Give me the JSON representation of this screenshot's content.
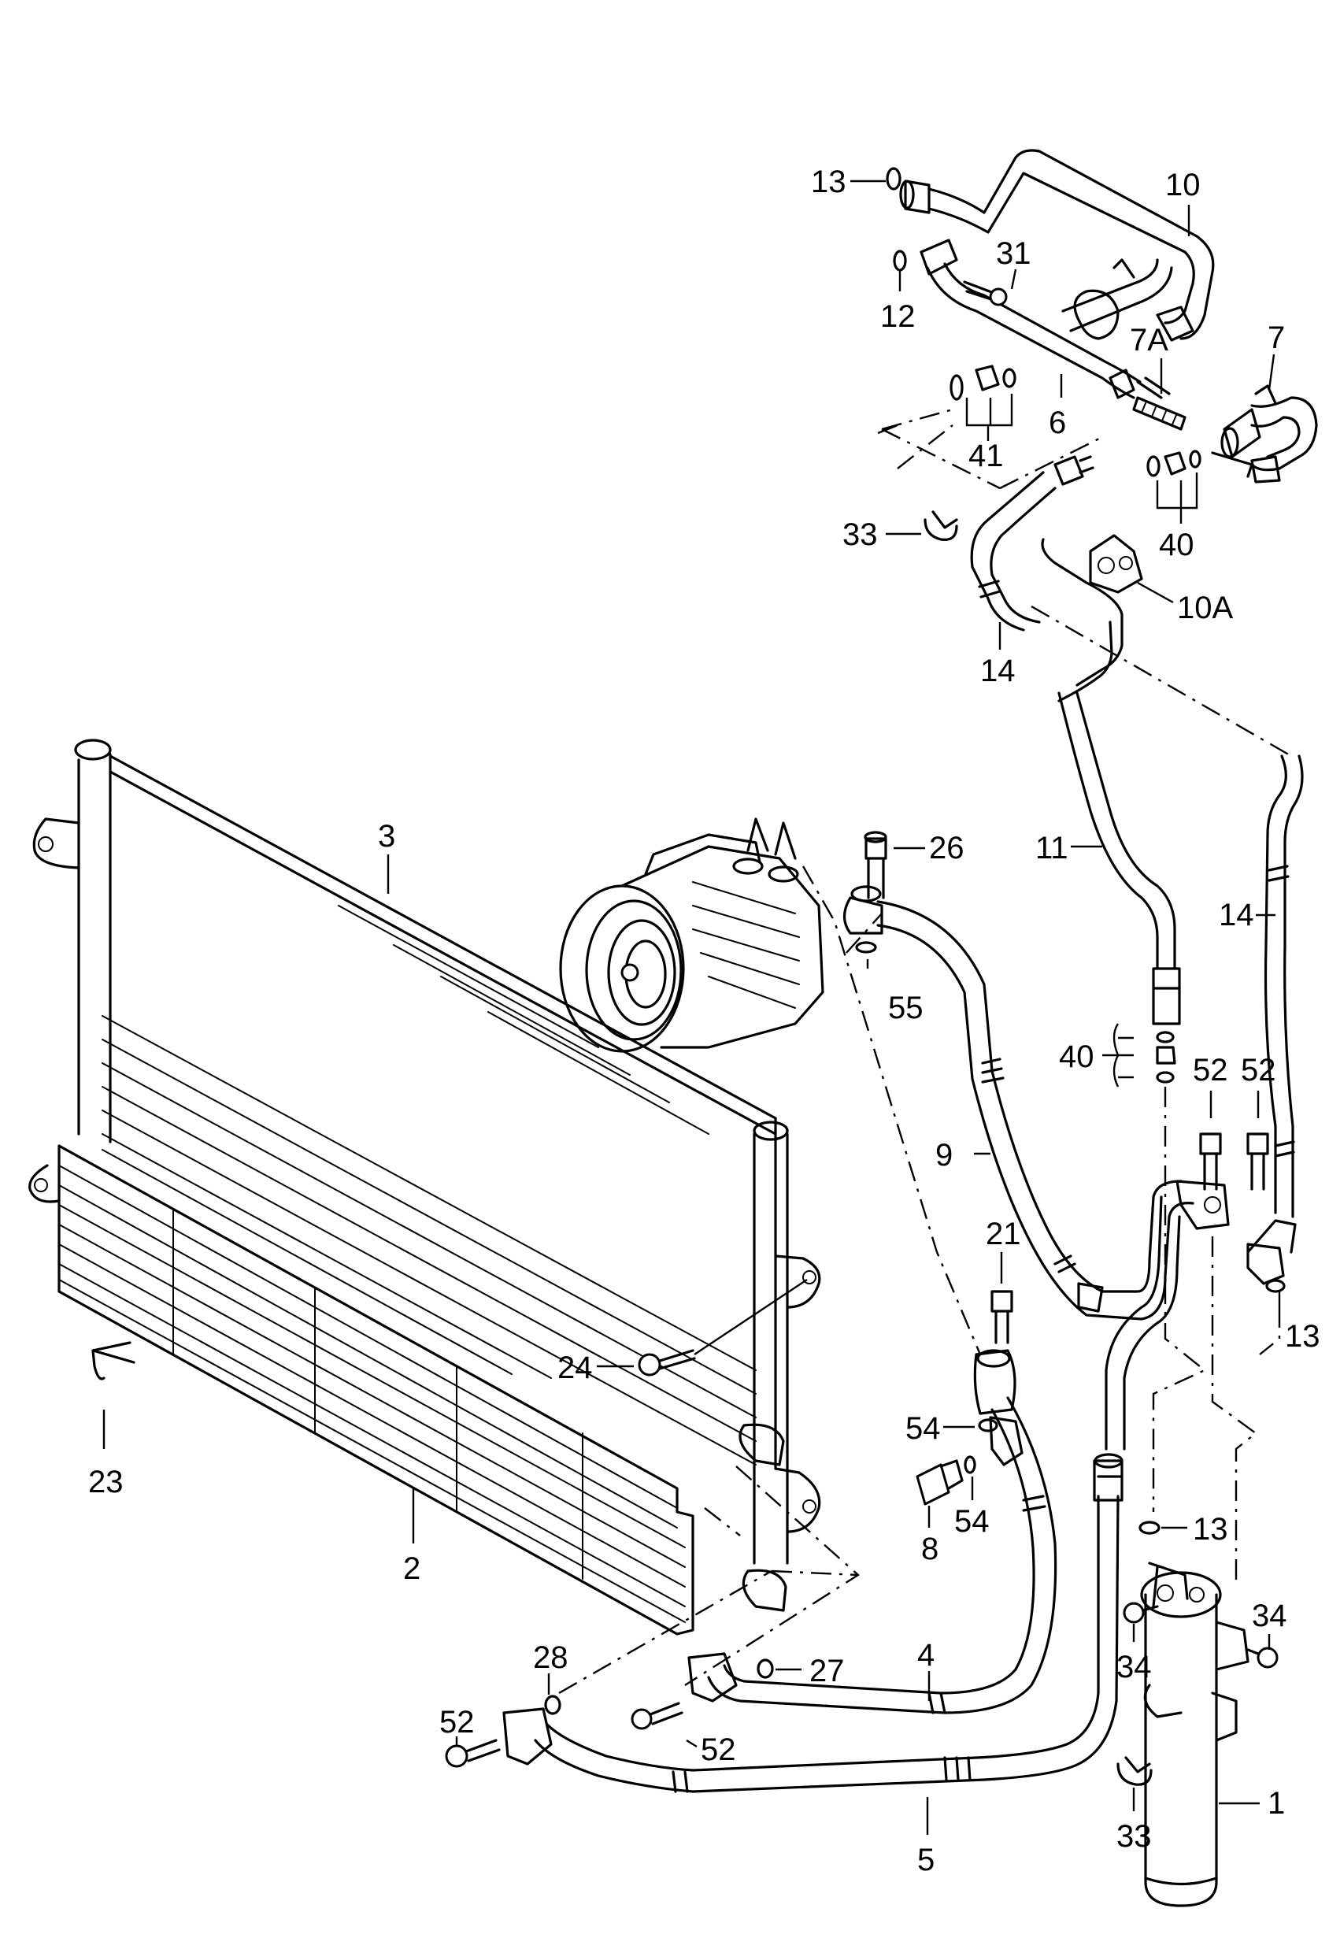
{
  "diagram": {
    "callouts": [
      "13",
      "10",
      "31",
      "12",
      "7A",
      "7",
      "6",
      "41",
      "40",
      "33",
      "10A",
      "14",
      "3",
      "26",
      "11",
      "14",
      "55",
      "40",
      "52",
      "52",
      "9",
      "21",
      "13",
      "24",
      "54",
      "8",
      "54",
      "23",
      "2",
      "13",
      "34",
      "34",
      "28",
      "27",
      "4",
      "52",
      "52",
      "1",
      "33",
      "5"
    ]
  }
}
